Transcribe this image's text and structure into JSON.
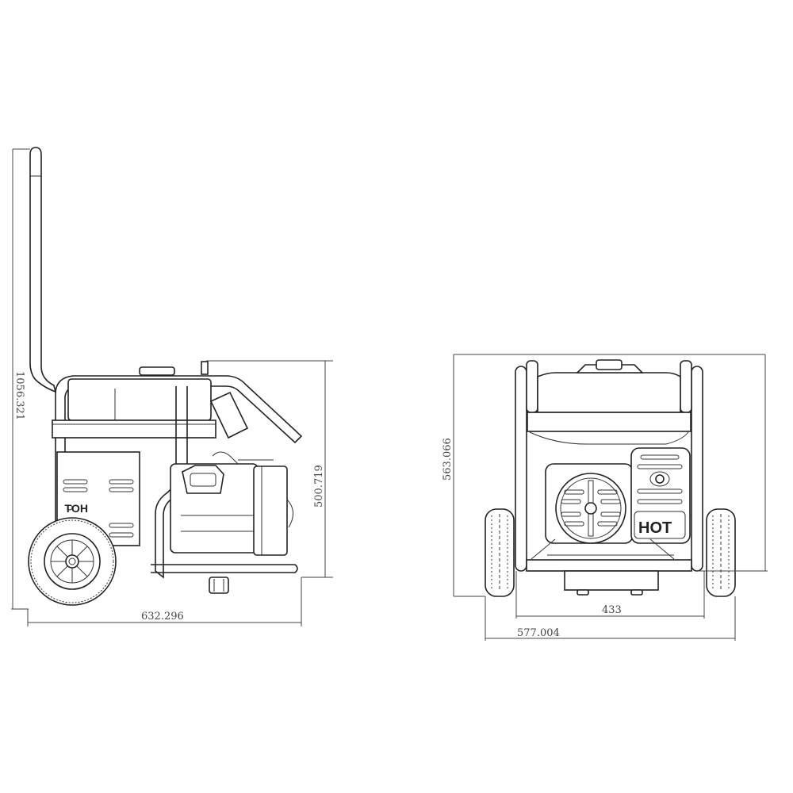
{
  "side_view": {
    "dimensions": {
      "overall_height": "1056.321",
      "body_height": "500.719",
      "length": "632.296"
    },
    "labels": {
      "hot": "HOT"
    }
  },
  "front_view": {
    "dimensions": {
      "height": "563.066",
      "frame_width": "433",
      "overall_width": "577.004"
    },
    "labels": {
      "hot": "HOT"
    }
  }
}
